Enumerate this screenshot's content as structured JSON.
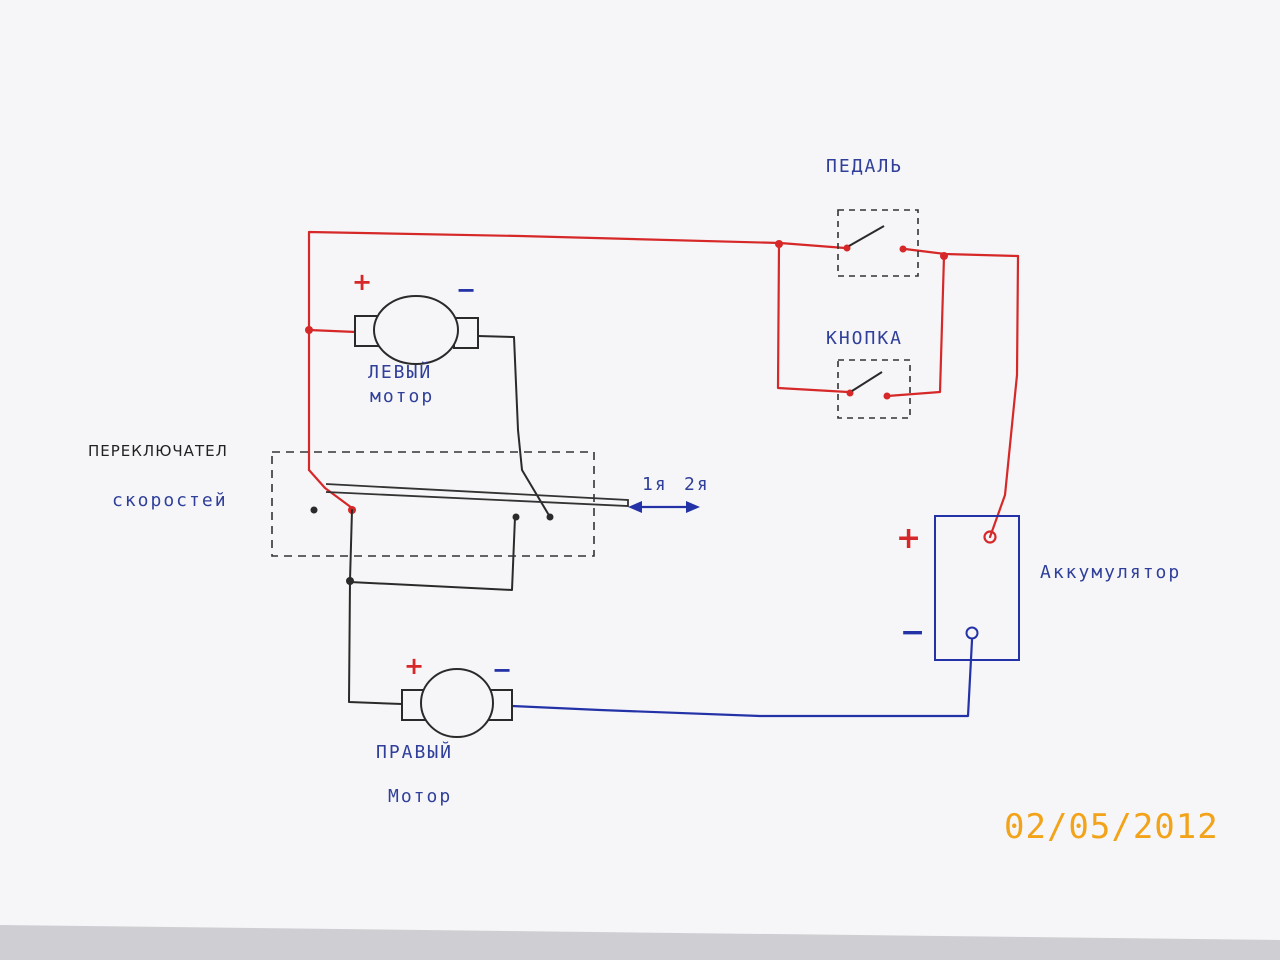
{
  "labels": {
    "pedal": "ПЕДАЛЬ",
    "button": "КНОПКА",
    "left_motor_line1": "ЛЕВЫЙ",
    "left_motor_line2": "мотор",
    "right_motor_line1": "ПРАВЫЙ",
    "right_motor_line2": "Мотор",
    "switch_line1": "ПЕРЕКЛЮЧАТЕЛ",
    "switch_line2": "скоростей",
    "battery": "Аккумулятор",
    "gear1": "1я",
    "gear2": "2я"
  },
  "polarity": {
    "plus": "+",
    "minus": "−"
  },
  "date_stamp": "02/05/2012",
  "colors": {
    "paper": "#f6f6f8",
    "wire_red": "#d62828",
    "wire_blue": "#2432a8",
    "wire_black": "#2a2a2a",
    "label_blue": "#2f3f9a",
    "stamp": "#f2a31a"
  }
}
